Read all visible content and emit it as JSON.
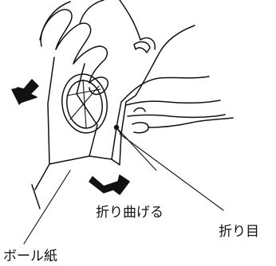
{
  "labels": {
    "fold_bend": "折り曲げる",
    "fold_line": "折り目",
    "cardboard": "ボール紙"
  },
  "colors": {
    "ink": "#111111",
    "paper": "#ffffff"
  },
  "icons": {
    "rotate_arrow_upper": "bent-arrow-icon",
    "rotate_arrow_lower": "bent-arrow-icon"
  }
}
